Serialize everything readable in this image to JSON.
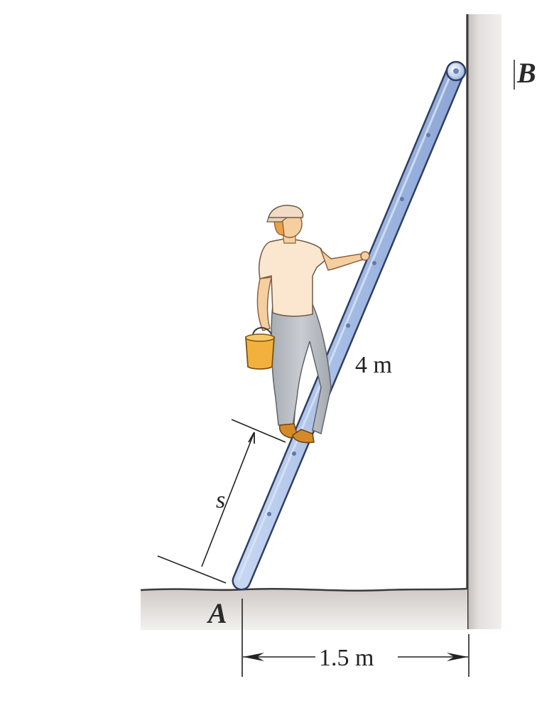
{
  "labels": {
    "point_a": "A",
    "point_b": "B",
    "ladder_length": "4 m",
    "distance_s": "s",
    "base_distance": "1.5 m"
  },
  "colors": {
    "wall": "#d3cfcd",
    "ground": "#d6d2cf",
    "ladder": "#a9bfe6",
    "ladder_outline": "#3a4d73",
    "bucket": "#f2b13c",
    "shirt": "#fbe7cf",
    "pants": "#b7bcc2",
    "skin": "#f6cfa0",
    "hair": "#e8a04a"
  },
  "icons": [
    "wall-roller-icon",
    "paint-bucket-icon",
    "person-icon"
  ]
}
